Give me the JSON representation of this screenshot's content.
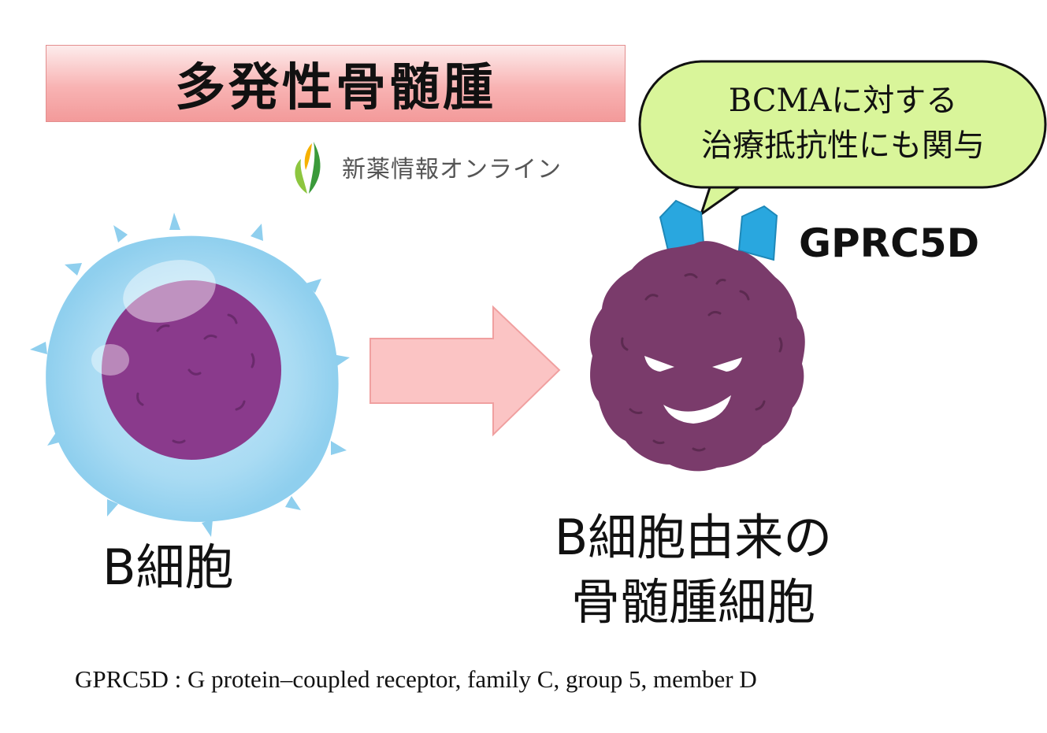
{
  "title": "多発性骨髄腫",
  "logo": {
    "text": "新薬情報オンライン",
    "icon": "leaf-icon",
    "colors": [
      "#8dc63f",
      "#f6b100",
      "#3a9a3a"
    ]
  },
  "bubble": {
    "line1": "BCMAに対する",
    "line2": "治療抵抗性にも関与",
    "fill": "#d9f59a"
  },
  "receptor_label": "GPRC5D",
  "b_cell": {
    "label": "B細胞",
    "nucleus_color": "#8a3a8c",
    "halo_color": "#8fcfee"
  },
  "arrow": {
    "fill": "#fbc4c4",
    "direction": "right"
  },
  "myeloma_cell": {
    "label_line1": "B細胞由来の",
    "label_line2": "骨髄腫細胞",
    "body_color": "#7a3b6b",
    "receptor_color": "#29a7df"
  },
  "footnote": "GPRC5D : G protein–coupled receptor, family C, group 5, member D"
}
